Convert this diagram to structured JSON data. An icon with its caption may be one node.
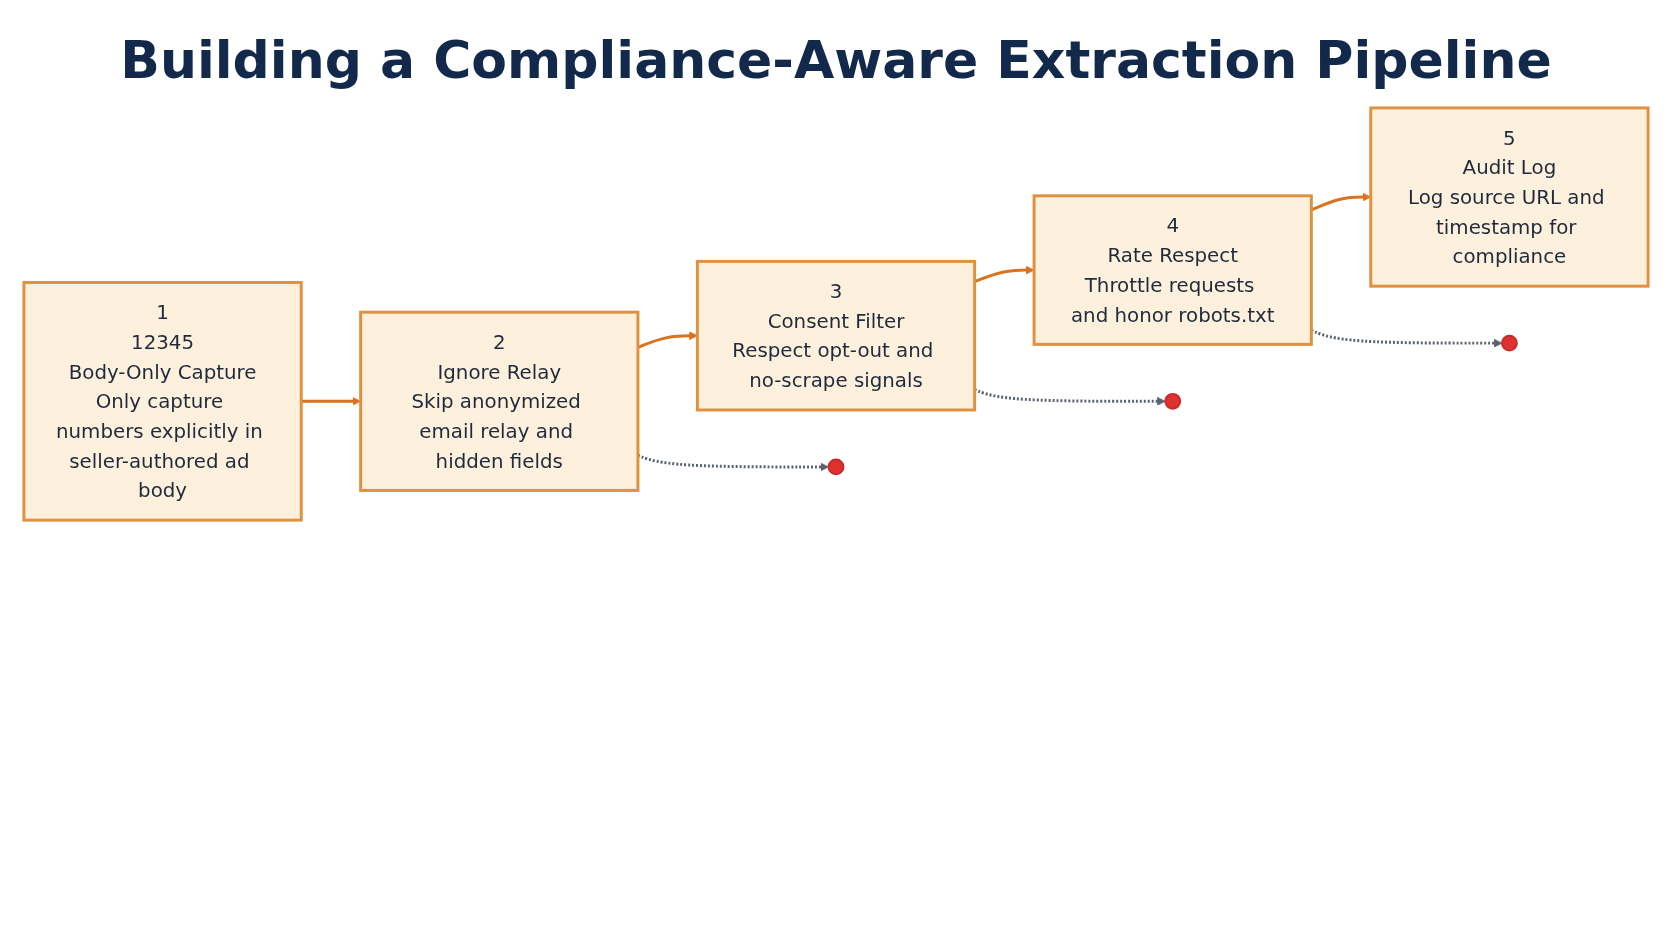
{
  "diagram": {
    "title": "Building a Compliance-Aware Extraction Pipeline",
    "nodes": [
      {
        "text": [
          "1",
          "12345",
          "Body-Only Capture",
          "Only capture numbers explicitly in seller-authored ad body"
        ]
      },
      {
        "text": [
          "2",
          "Ignore Relay",
          "Skip anonymized email relay and hidden fields"
        ]
      },
      {
        "text": [
          "3",
          "Consent Filter",
          "Respect opt-out and no-scrape signals"
        ]
      },
      {
        "text": [
          "4",
          "Rate Respect",
          "Throttle requests and honor robots.txt"
        ]
      },
      {
        "text": [
          "5",
          "Audit Log",
          "Log source URL and timestamp for compliance"
        ]
      },
      {
        "text": [],
        "shape": "circle"
      },
      {
        "text": [],
        "shape": "circle"
      },
      {
        "text": [],
        "shape": "circle"
      }
    ],
    "edges": [
      {
        "from": 0,
        "to": 1,
        "arrow": "to"
      },
      {
        "from": 1,
        "to": 2,
        "arrow": "to"
      },
      {
        "from": 2,
        "to": 3,
        "arrow": "to"
      },
      {
        "from": 3,
        "to": 4,
        "arrow": "to"
      },
      {
        "from": 1,
        "to": 5,
        "arrow": "to",
        "style": "dashed",
        "color": "#5a6270"
      },
      {
        "from": 2,
        "to": 6,
        "arrow": "to",
        "style": "dashed",
        "color": "#5a6270"
      },
      {
        "from": 3,
        "to": 7,
        "arrow": "to",
        "style": "dashed",
        "color": "#5a6270"
      }
    ]
  }
}
